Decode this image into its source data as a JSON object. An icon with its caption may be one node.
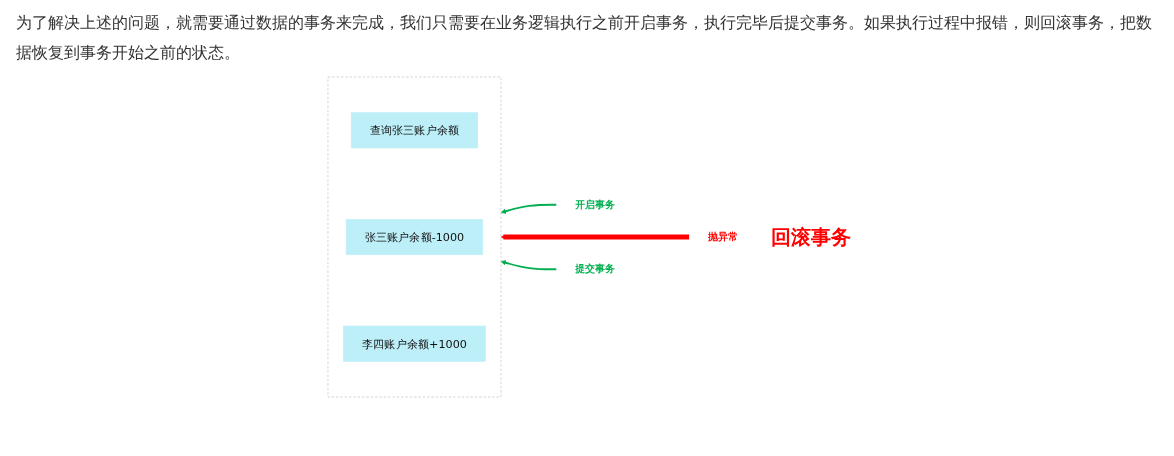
{
  "diagram": {
    "nodes": [
      {
        "text": [],
        "shape": "box"
      },
      {
        "text": [
          "查询张三账户余额"
        ],
        "in": 0
      },
      {
        "text": [
          "张三账户余额-1000"
        ],
        "in": 0
      },
      {
        "text": [
          "李四账户余额+1000"
        ],
        "in": 0
      },
      {
        "text": [
          "开启事务"
        ]
      },
      {
        "text": [
          "抛异常"
        ],
        "beside": [
          "回滚事务"
        ]
      },
      {
        "text": [
          "提交事务"
        ]
      }
    ],
    "edges": [
      {
        "from": 4,
        "to": 0,
        "arrow": "to"
      },
      {
        "from": 5,
        "to": 0,
        "arrow": "to",
        "style": "thick",
        "color": "#ff0000"
      },
      {
        "from": 6,
        "to": 0,
        "arrow": "to"
      }
    ],
    "labels": [
      "为了解决上述的问题，就需要通过数据的事务来完成，我们只需要在业务逻辑执行之前开启事务，执行完毕后提交事务。如果执行过程中报错，则回滚事务，把数据恢复到事务开始之前的状态。"
    ]
  }
}
